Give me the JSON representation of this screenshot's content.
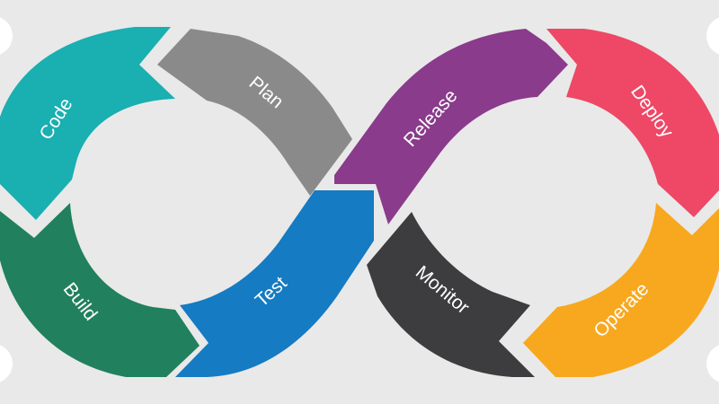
{
  "diagram": {
    "stages": [
      {
        "id": "code",
        "label": "Code",
        "color": "#1aafb1"
      },
      {
        "id": "plan",
        "label": "Plan",
        "color": "#8a8a8a"
      },
      {
        "id": "build",
        "label": "Build",
        "color": "#21805e"
      },
      {
        "id": "test",
        "label": "Test",
        "color": "#157bc2"
      },
      {
        "id": "release",
        "label": "Release",
        "color": "#8a3b8b"
      },
      {
        "id": "deploy",
        "label": "Deploy",
        "color": "#ee4866"
      },
      {
        "id": "monitor",
        "label": "Monitor",
        "color": "#3d3d3f"
      },
      {
        "id": "operate",
        "label": "Operate",
        "color": "#f8a81e"
      }
    ],
    "background": "#e9e9e9"
  }
}
